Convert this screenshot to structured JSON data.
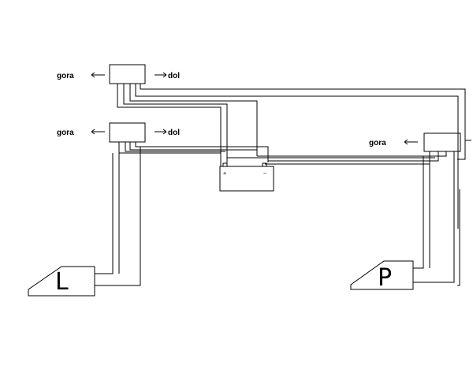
{
  "labels": {
    "switch1_up": "gora",
    "switch1_down": "dol",
    "switch2_up": "gora",
    "switch2_down": "dol",
    "switch3_up": "gora",
    "battery_plus": "+",
    "battery_minus": "−",
    "door_left": "L",
    "door_right": "P"
  },
  "colors": {
    "line": "#000000",
    "background": "#ffffff"
  }
}
